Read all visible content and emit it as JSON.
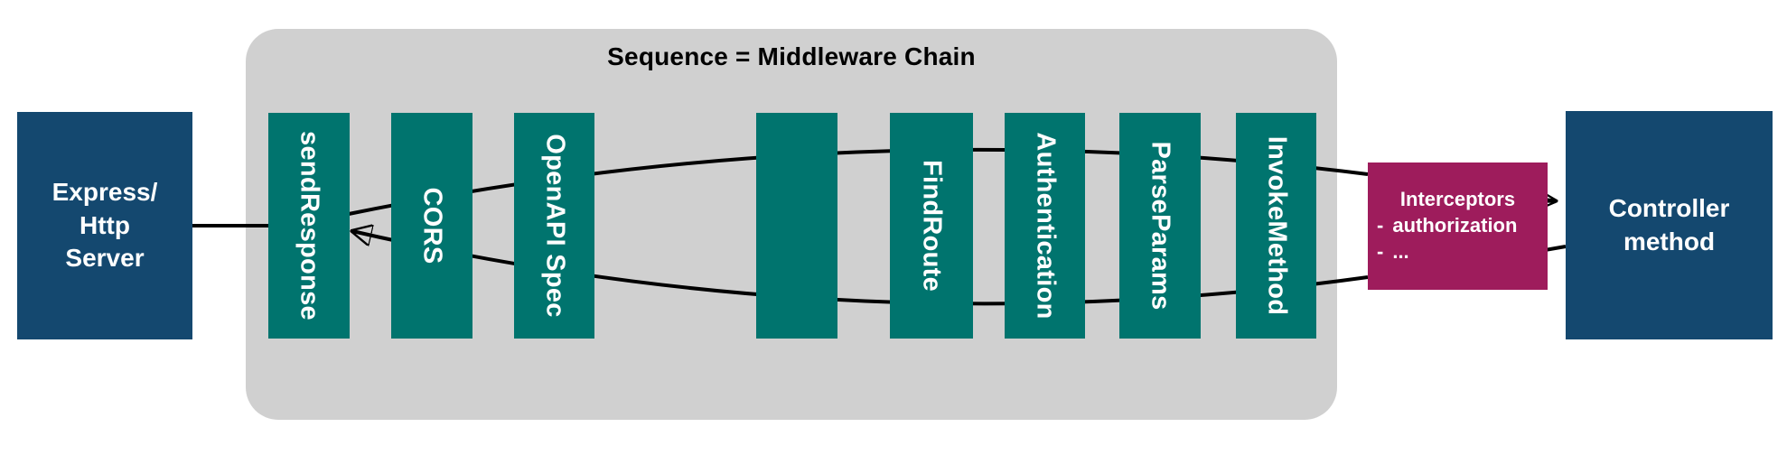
{
  "middleware_chain": {
    "title": "Sequence = Middleware Chain",
    "items": [
      {
        "label": "sendResponse"
      },
      {
        "label": "CORS"
      },
      {
        "label": "OpenAPI Spec"
      },
      {
        "label": ""
      },
      {
        "label": "FindRoute"
      },
      {
        "label": "Authentication"
      },
      {
        "label": "ParseParams"
      },
      {
        "label": "InvokeMethod"
      }
    ]
  },
  "express_node": {
    "label": "Express/\nHttp\nServer"
  },
  "controller_node": {
    "label": "Controller\nmethod"
  },
  "interceptors_node": {
    "heading": "Interceptors",
    "items": [
      {
        "bullet": "-",
        "label": "authorization"
      },
      {
        "bullet": "-",
        "label": "..."
      }
    ]
  },
  "colors": {
    "teal": "#00746e",
    "navy": "#14486f",
    "magenta": "#9e1c5c",
    "container_gray": "#d0d0d0",
    "line_black": "#000000"
  }
}
